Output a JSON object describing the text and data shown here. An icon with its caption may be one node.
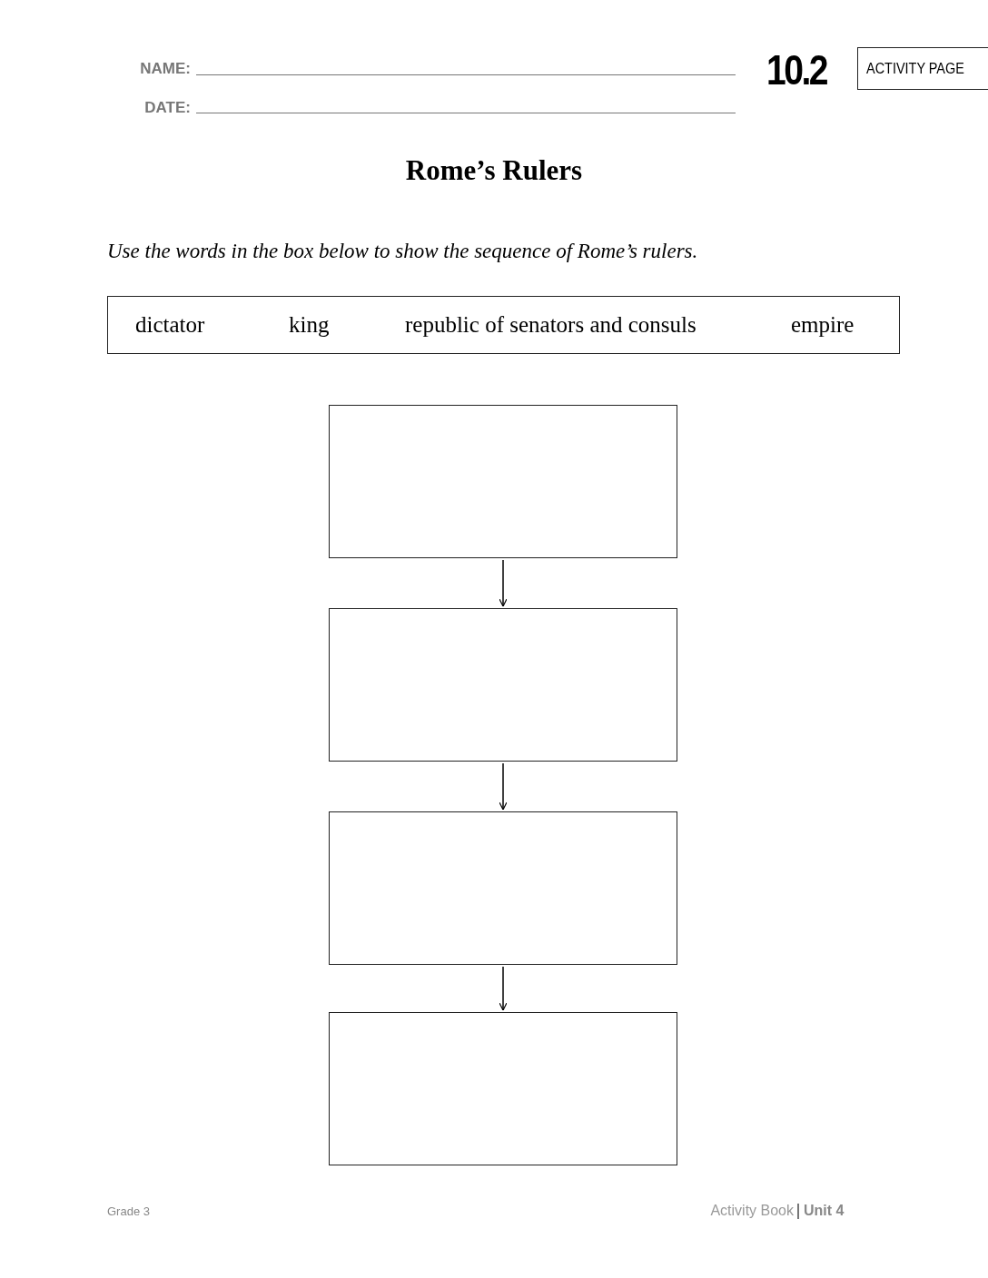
{
  "diagram": {
    "title": "Rome’s Rulers",
    "nodes": [
      {
        "text": [
          "ACTIVITY PAGE"
        ]
      },
      {
        "text": [
          "dictator",
          "king",
          "republic of senators and consuls",
          "empire"
        ]
      },
      {
        "text": [],
        "shape": "box"
      },
      {
        "text": [],
        "shape": "box"
      },
      {
        "text": [],
        "shape": "box"
      },
      {
        "text": [],
        "shape": "box"
      }
    ],
    "edges": [
      {
        "from": 2,
        "to": 3,
        "arrow": "to"
      },
      {
        "from": 3,
        "to": 4,
        "arrow": "to"
      },
      {
        "from": 4,
        "to": 5,
        "arrow": "to"
      }
    ],
    "labels": [
      "NAME:",
      "10.2",
      "DATE:",
      "Use the words in the box below to show the sequence of Rome’s rulers.",
      "Grade 3",
      "Activity Book",
      "Unit 4"
    ]
  }
}
